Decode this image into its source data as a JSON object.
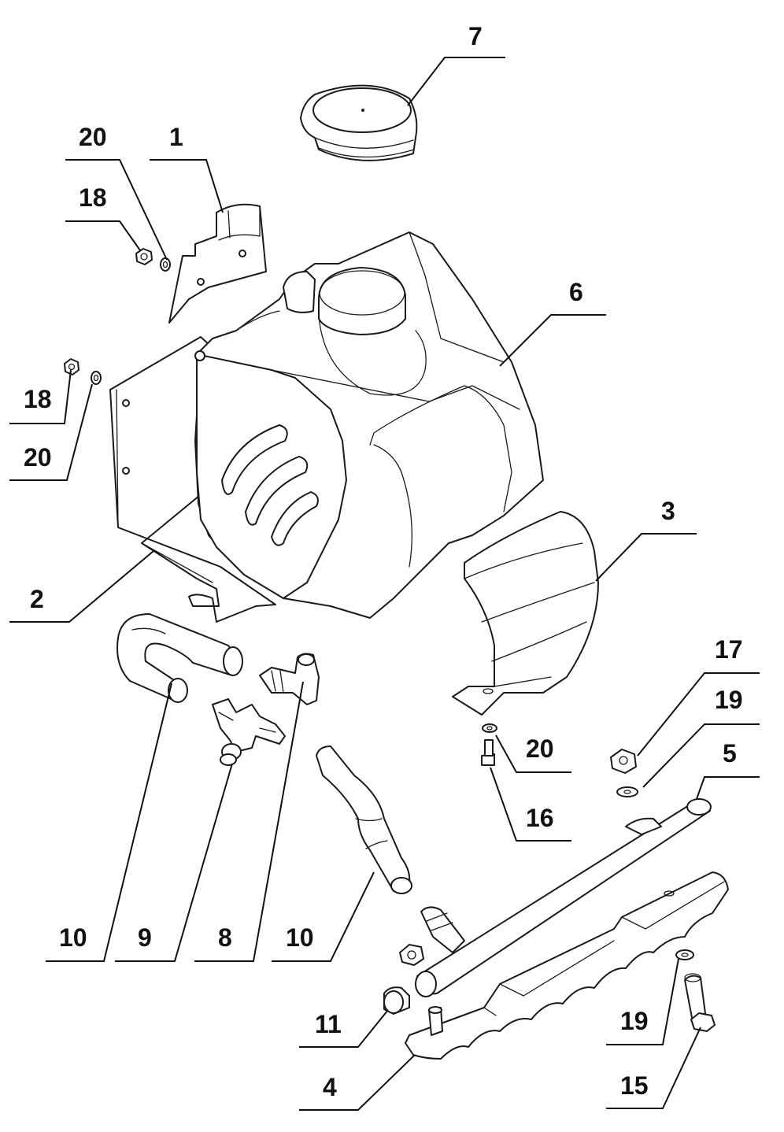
{
  "callouts": [
    {
      "id": "c7",
      "text": "7"
    },
    {
      "id": "c20a",
      "text": "20"
    },
    {
      "id": "c1",
      "text": "1"
    },
    {
      "id": "c18a",
      "text": "18"
    },
    {
      "id": "c6",
      "text": "6"
    },
    {
      "id": "c18b",
      "text": "18"
    },
    {
      "id": "c20b",
      "text": "20"
    },
    {
      "id": "c3",
      "text": "3"
    },
    {
      "id": "c2",
      "text": "2"
    },
    {
      "id": "c17",
      "text": "17"
    },
    {
      "id": "c19a",
      "text": "19"
    },
    {
      "id": "c20c",
      "text": "20"
    },
    {
      "id": "c5",
      "text": "5"
    },
    {
      "id": "c16",
      "text": "16"
    },
    {
      "id": "c10a",
      "text": "10"
    },
    {
      "id": "c9",
      "text": "9"
    },
    {
      "id": "c8",
      "text": "8"
    },
    {
      "id": "c10b",
      "text": "10"
    },
    {
      "id": "c11",
      "text": "11"
    },
    {
      "id": "c19b",
      "text": "19"
    },
    {
      "id": "c4",
      "text": "4"
    },
    {
      "id": "c15",
      "text": "15"
    }
  ]
}
